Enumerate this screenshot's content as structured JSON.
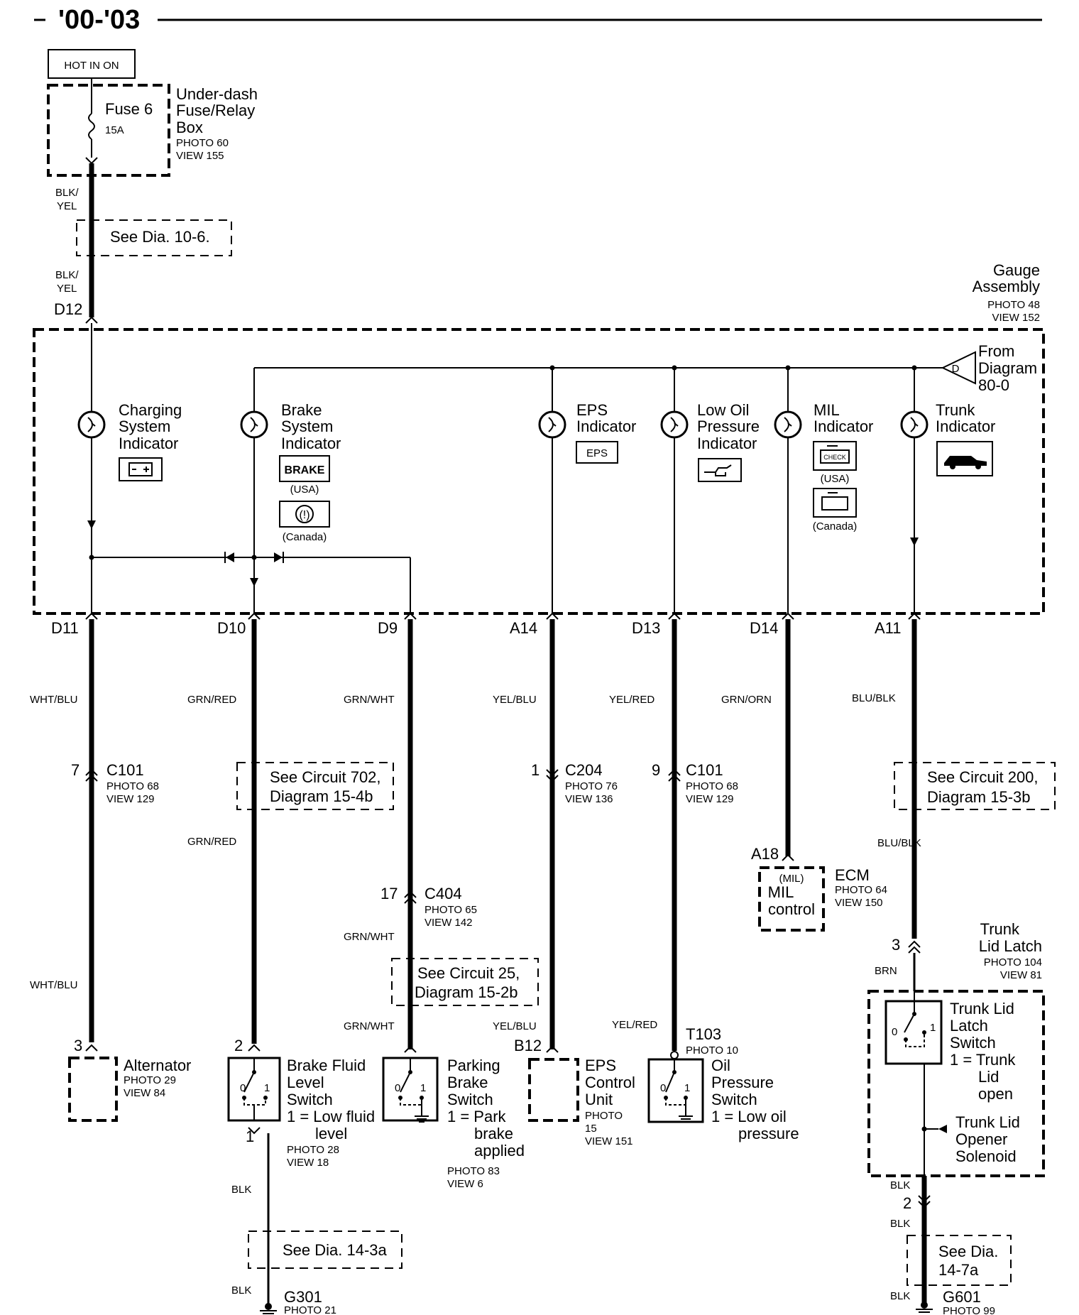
{
  "title": "'00-'03",
  "power": {
    "hot_label": "HOT IN ON",
    "fuse_name": "Fuse 6",
    "fuse_rating": "15A",
    "box_name_1": "Under-dash",
    "box_name_2": "Fuse/Relay",
    "box_name_3": "Box",
    "photo": "PHOTO 60",
    "view": "VIEW 155"
  },
  "top_wires": {
    "w1a": "BLK/",
    "w1b": "YEL",
    "w2a": "BLK/",
    "w2b": "YEL",
    "see_ref": "See Dia.  10-6."
  },
  "gauge": {
    "name_1": "Gauge",
    "name_2": "Assembly",
    "photo": "PHOTO 48",
    "view": "VIEW 152",
    "in_pin": "D12",
    "from_letter": "D",
    "from_1": "From",
    "from_2": "Diagram",
    "from_3": "80-0"
  },
  "indicators": {
    "charging": {
      "l1": "Charging",
      "l2": "System",
      "l3": "Indicator"
    },
    "brake": {
      "l1": "Brake",
      "l2": "System",
      "l3": "Indicator",
      "usa_icon": "BRAKE",
      "usa": "(USA)",
      "canada": "(Canada)",
      "canada_icon": "(!)"
    },
    "eps": {
      "l1": "EPS",
      "l2": "Indicator",
      "icon": "EPS"
    },
    "oil": {
      "l1": "Low Oil",
      "l2": "Pressure",
      "l3": "Indicator"
    },
    "mil": {
      "l1": "MIL",
      "l2": "Indicator",
      "usa": "(USA)",
      "canada": "(Canada)",
      "check": "CHECK"
    },
    "trunk": {
      "l1": "Trunk",
      "l2": "Indicator"
    }
  },
  "pins": {
    "d11": "D11",
    "d10": "D10",
    "d9": "D9",
    "a14": "A14",
    "d13": "D13",
    "d14": "D14",
    "a11": "A11"
  },
  "wires": {
    "wht_blu": "WHT/BLU",
    "grn_red": "GRN/RED",
    "grn_wht": "GRN/WHT",
    "yel_blu": "YEL/BLU",
    "yel_red": "YEL/RED",
    "grn_orn": "GRN/ORN",
    "blu_blk": "BLU/BLK",
    "brn": "BRN",
    "blk": "BLK"
  },
  "connectors": {
    "c101a": {
      "pin": "7",
      "name": "C101",
      "photo": "PHOTO 68",
      "view": "VIEW 129"
    },
    "c204": {
      "pin": "1",
      "name": "C204",
      "photo": "PHOTO 76",
      "view": "VIEW 136"
    },
    "c101b": {
      "pin": "9",
      "name": "C101",
      "photo": "PHOTO 68",
      "view": "VIEW 129"
    },
    "c404": {
      "pin": "17",
      "name": "C404",
      "photo": "PHOTO 65",
      "view": "VIEW 142"
    },
    "t103": {
      "name": "T103",
      "photo": "PHOTO 10"
    }
  },
  "refs": {
    "c702_1": "See Circuit 702,",
    "c702_2": "Diagram 15-4b",
    "c200_1": "See Circuit 200,",
    "c200_2": "Diagram  15-3b",
    "c25_1": "See Circuit 25,",
    "c25_2": "Diagram  15-2b",
    "dia143a": "See Dia.  14-3a",
    "dia147a_1": "See Dia.",
    "dia147a_2": "14-7a"
  },
  "components": {
    "alternator": {
      "pin": "3",
      "name": "Alternator",
      "photo": "PHOTO 29",
      "view": "VIEW 84"
    },
    "brake_fluid": {
      "pin_top": "2",
      "pin_bot": "1",
      "l1": "Brake Fluid",
      "l2": "Level",
      "l3": "Switch",
      "s1": "1 = Low fluid",
      "s2": "level",
      "photo": "PHOTO 28",
      "view": "VIEW 18"
    },
    "parking": {
      "l1": "Parking",
      "l2": "Brake",
      "l3": "Switch",
      "s1": "1 = Park",
      "s2": "brake",
      "s3": "applied",
      "photo": "PHOTO 83",
      "view": "VIEW 6"
    },
    "eps_unit": {
      "pin": "B12",
      "l1": "EPS",
      "l2": "Control",
      "l3": "Unit",
      "photo": "PHOTO",
      "photo_n": "15",
      "view": "VIEW 151"
    },
    "oil_switch": {
      "l1": "Oil",
      "l2": "Pressure",
      "l3": "Switch",
      "s1": "1 = Low oil",
      "s2": "pressure"
    },
    "ecm": {
      "pin": "A18",
      "name": "ECM",
      "photo": "PHOTO 64",
      "view": "VIEW 150",
      "mil_small": "(MIL)",
      "mil": "MIL",
      "control": "control"
    },
    "trunk_latch": {
      "pin_in": "3",
      "pin_out": "2",
      "name_1": "Trunk",
      "name_2": "Lid Latch",
      "photo": "PHOTO 104",
      "view": "VIEW 81",
      "sw1": "Trunk Lid",
      "sw2": "Latch",
      "sw3": "Switch",
      "sw4": "1 = Trunk",
      "sw5": "Lid",
      "sw6": "open",
      "sol1": "Trunk Lid",
      "sol2": "Opener",
      "sol3": "Solenoid"
    },
    "switch_0": "0",
    "switch_1": "1"
  },
  "grounds": {
    "g301": "G301",
    "g301_photo": "PHOTO 21",
    "g601": "G601",
    "g601_photo": "PHOTO 99"
  }
}
